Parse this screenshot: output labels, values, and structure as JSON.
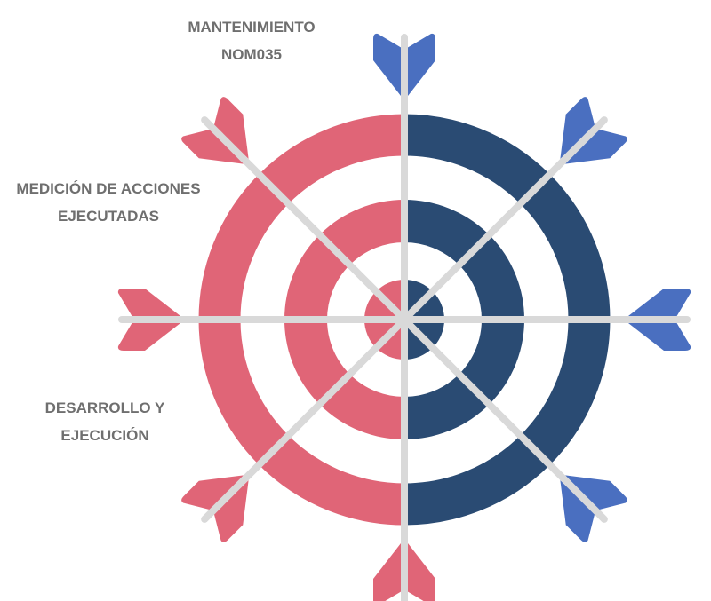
{
  "labels": [
    {
      "line1": "MANTENIMIENTO",
      "line2": "NOM035"
    },
    {
      "line1": "MEDICIÓN DE ACCIONES",
      "line2": "EJECUTADAS"
    },
    {
      "line1": "DESARROLLO Y",
      "line2": "EJECUCIÓN"
    }
  ],
  "colors": {
    "left_half": "#E06577",
    "right_half": "#2A4B73",
    "arrow_right": "#4A6FC0",
    "arrow_left": "#E06577",
    "shaft": "#D9D9D9",
    "label": "#6F6F6F"
  }
}
